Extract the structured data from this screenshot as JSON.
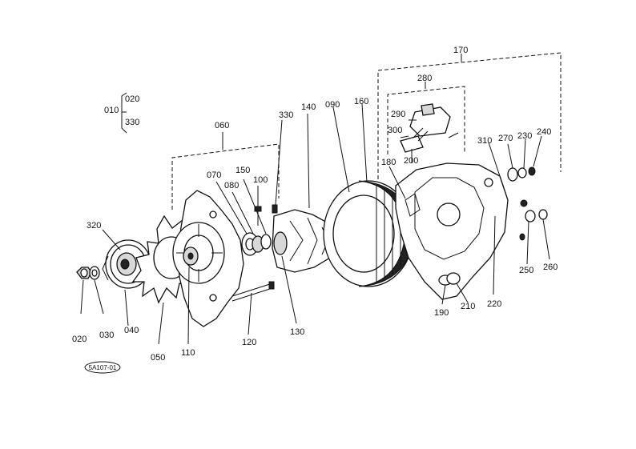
{
  "assembly": {
    "label": "010",
    "sub_top": "020",
    "sub_bottom": "330"
  },
  "parts": {
    "p020": "020",
    "p030": "030",
    "p040": "040",
    "p050": "050",
    "p060": "060",
    "p070": "070",
    "p080": "080",
    "p090": "090",
    "p100": "100",
    "p110": "110",
    "p120": "120",
    "p130": "130",
    "p140": "140",
    "p150": "150",
    "p160": "160",
    "p170": "170",
    "p180": "180",
    "p190": "190",
    "p200": "200",
    "p210": "210",
    "p220": "220",
    "p230": "230",
    "p240": "240",
    "p250": "250",
    "p260": "260",
    "p270": "270",
    "p280": "280",
    "p290": "290",
    "p300": "300",
    "p310": "310",
    "p320": "320",
    "p330": "330"
  },
  "drawing_code": "5A107-01"
}
